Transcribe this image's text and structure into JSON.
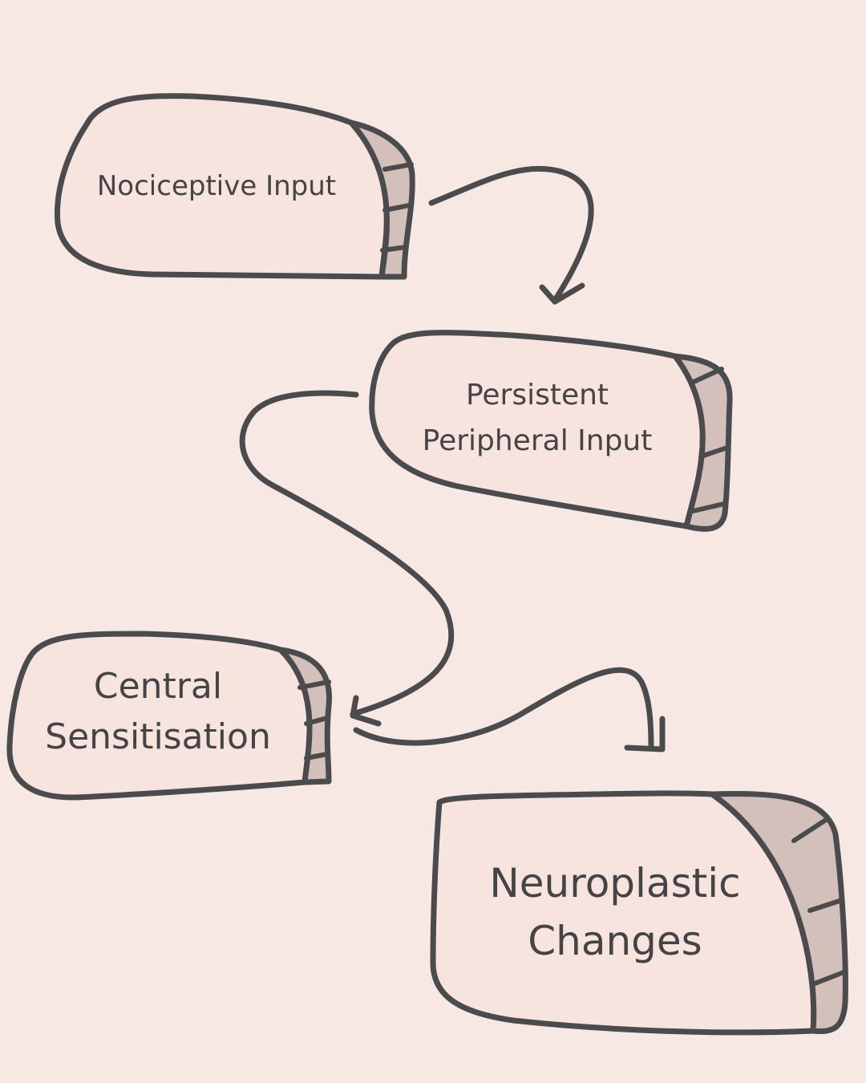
{
  "nodes": {
    "nociceptive": {
      "line1": "Nociceptive Input"
    },
    "persistent": {
      "line1": "Persistent",
      "line2": "Peripheral Input"
    },
    "central": {
      "line1": "Central",
      "line2": "Sensitisation"
    },
    "neuroplastic": {
      "line1": "Neuroplastic",
      "line2": "Changes"
    }
  },
  "colors": {
    "background": "#f8e8e3",
    "box_fill": "#f8e4df",
    "box_side": "#d3c0ba",
    "stroke": "#4b4b4d",
    "text": "#444446"
  }
}
